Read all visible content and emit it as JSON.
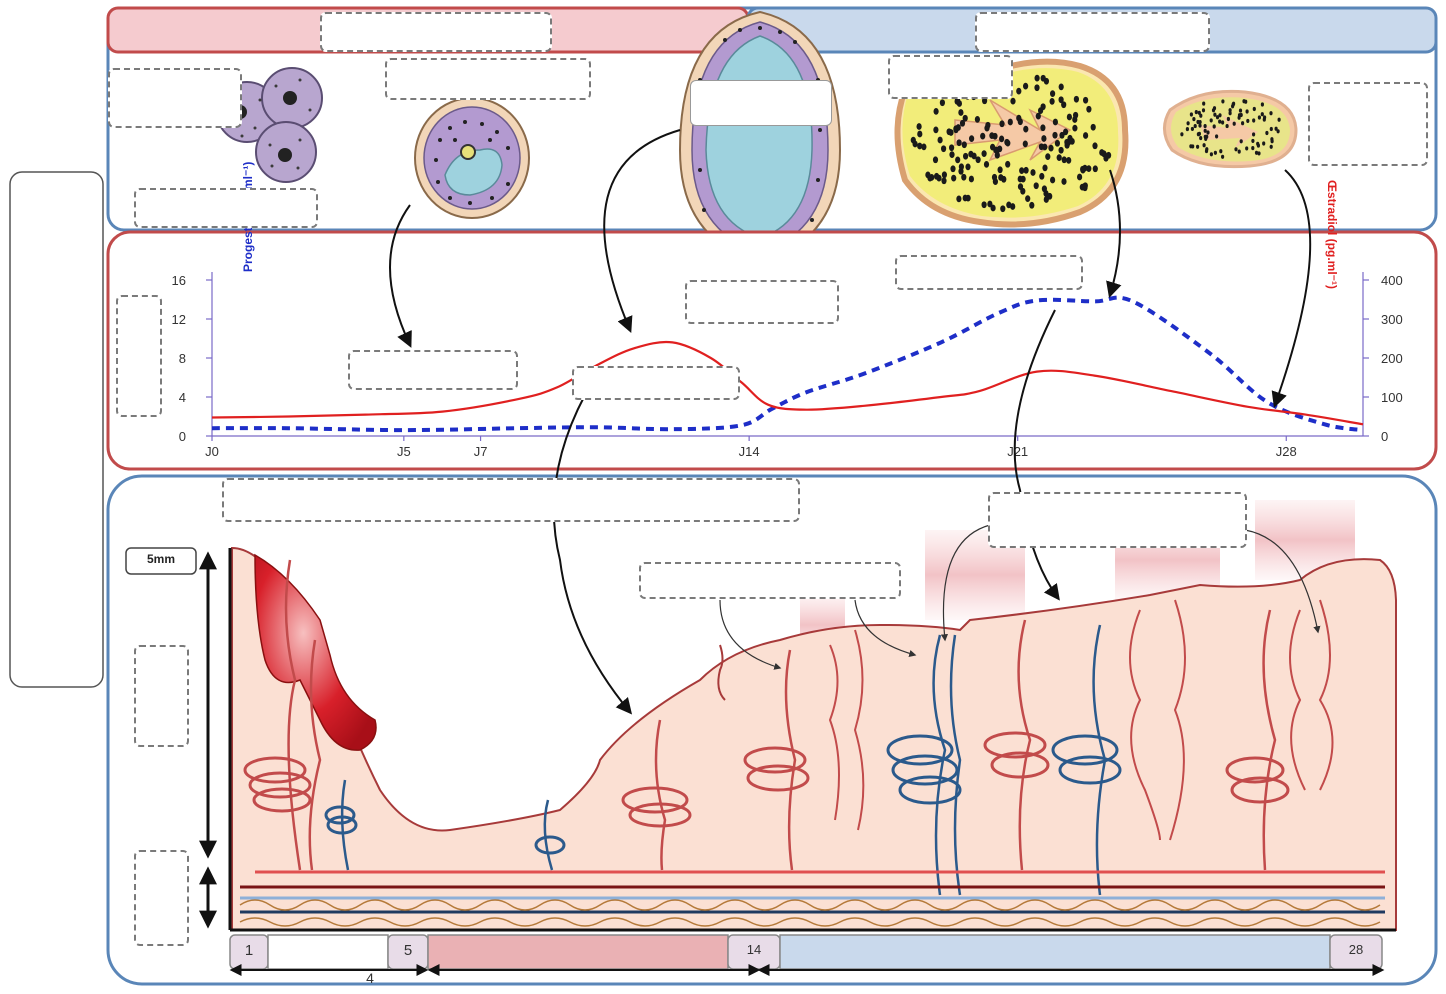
{
  "chart_data": {
    "type": "line",
    "x_ticks": [
      "J0",
      "J5",
      "J7",
      "J14",
      "J21",
      "J28"
    ],
    "x_tick_days": [
      0,
      5,
      7,
      14,
      21,
      28
    ],
    "xlim": [
      0,
      30
    ],
    "left_axis": {
      "label": "Progest… (ng.ml⁻¹)",
      "ticks": [
        "0",
        "4",
        "8",
        "12",
        "16"
      ],
      "ylim": [
        0,
        16
      ]
    },
    "right_axis": {
      "label": "Œstradiol (pg.ml⁻¹)",
      "ticks": [
        "0",
        "100",
        "200",
        "300",
        "400"
      ],
      "ylim": [
        0,
        400
      ]
    },
    "series": [
      {
        "color": "#e02020",
        "style": "solid",
        "points": [
          [
            0,
            1.9
          ],
          [
            2,
            2.0
          ],
          [
            4,
            2.2
          ],
          [
            6,
            2.5
          ],
          [
            8,
            3.8
          ],
          [
            9,
            5.0
          ],
          [
            10,
            7.2
          ],
          [
            11,
            9.0
          ],
          [
            12,
            9.6
          ],
          [
            13,
            8.0
          ],
          [
            13.8,
            5.5
          ],
          [
            14.5,
            3.2
          ],
          [
            15.5,
            2.7
          ],
          [
            17,
            3.1
          ],
          [
            19,
            4.0
          ],
          [
            20,
            4.6
          ],
          [
            21.5,
            6.6
          ],
          [
            23,
            6.2
          ],
          [
            25,
            4.6
          ],
          [
            27,
            3.0
          ],
          [
            28.5,
            2.2
          ],
          [
            30,
            1.2
          ]
        ]
      },
      {
        "color": "#1e2ec8",
        "style": "dashed",
        "points": [
          [
            0,
            0.8
          ],
          [
            2,
            0.8
          ],
          [
            5,
            0.6
          ],
          [
            8,
            0.8
          ],
          [
            10,
            0.9
          ],
          [
            12,
            0.7
          ],
          [
            13.8,
            1.1
          ],
          [
            14.6,
            2.8
          ],
          [
            15.5,
            4.5
          ],
          [
            17,
            6.4
          ],
          [
            19,
            9.6
          ],
          [
            20.5,
            12.6
          ],
          [
            21.5,
            13.9
          ],
          [
            23,
            13.8
          ],
          [
            24,
            13.8
          ],
          [
            26,
            8.5
          ],
          [
            27.5,
            3.5
          ],
          [
            29,
            1.2
          ],
          [
            30,
            0.6
          ]
        ]
      }
    ]
  },
  "scale": {
    "label": "5mm"
  },
  "timeline": {
    "day_1": "1",
    "day_5": "5",
    "day_14": "14",
    "day_28": "28",
    "span_4": "4"
  },
  "colors": {
    "phase_pink": "#f5cbcf",
    "phase_blue": "#c9d9ec",
    "frame_red": "#c14b4b",
    "frame_blue": "#5a86b8",
    "endometrium": "#fbe0d3",
    "estradiol_line": "#e02020",
    "progesterone_line": "#1e2ec8"
  },
  "icons": [
    "primordial-follicles",
    "cavitary-follicle",
    "mature-follicle",
    "corpus-luteum",
    "corpus-albicans",
    "endometrium-cross-section"
  ]
}
